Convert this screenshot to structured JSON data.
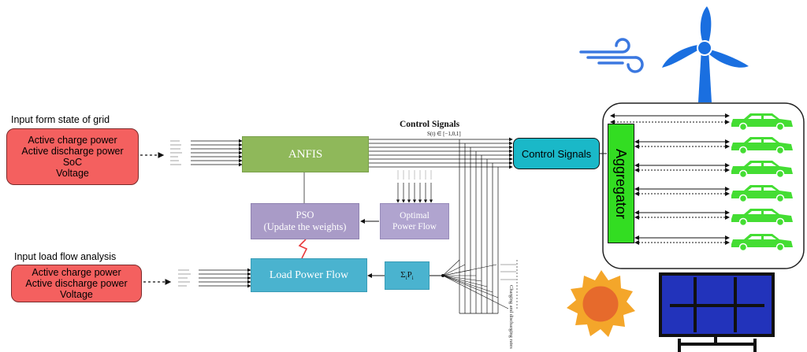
{
  "grid_input": {
    "heading": "Input form state of grid",
    "lines": [
      "Active charge power",
      "Active discharge power",
      "SoC",
      "Voltage"
    ]
  },
  "load_input": {
    "heading": "Input load flow analysis",
    "lines": [
      "Active charge power",
      "Active discharge power",
      "Voltage"
    ]
  },
  "anfis": {
    "label": "ANFIS"
  },
  "pso": {
    "line1": "PSO",
    "line2": "(Update the weights)"
  },
  "opf": {
    "line1": "Optimal",
    "line2": "Power Flow"
  },
  "lpf": {
    "label": "Load Power Flow"
  },
  "control_top": {
    "label": "Control Signals",
    "formula": "S(t) ∈ [−1,0,1]"
  },
  "control_box": {
    "label": "Control Signals"
  },
  "aggregator": {
    "label": "Aggregator"
  },
  "side_note": {
    "label": "Charging and discharging rates"
  },
  "colors": {
    "red_box": "#f4605f",
    "anfis": "#8fb85a",
    "pso": "#a99bc7",
    "opf": "#b0a4cf",
    "lpf": "#4ab3cf",
    "control": "#1ab8c8",
    "aggregator": "#33dd22",
    "car": "#44dd33",
    "turbine": "#1a6fe0",
    "sun": "#f4a62a",
    "panel": "#2233bb"
  },
  "icons": [
    "wind-icon",
    "wind-turbine-icon",
    "car-icon",
    "sun-icon",
    "solar-panel-icon"
  ]
}
